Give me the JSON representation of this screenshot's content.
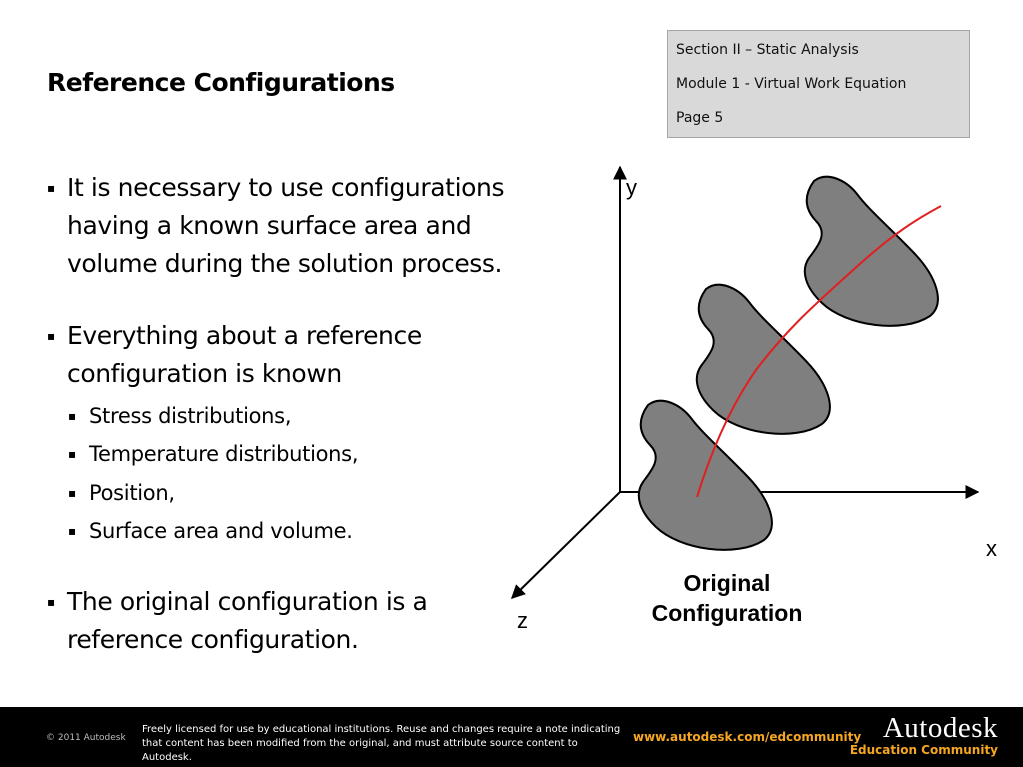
{
  "slide": {
    "title": "Reference Configurations"
  },
  "section_box": {
    "line1": "Section II – Static Analysis",
    "line2": "Module 1 - Virtual Work Equation",
    "line3": "Page 5"
  },
  "bullets": {
    "marker": "▪",
    "b1": [
      "It is necessary to use configurations",
      "having a known surface area and",
      "volume during the solution process."
    ],
    "b2": [
      "Everything about a reference",
      "configuration is known"
    ],
    "sub": [
      "Stress distributions,",
      "Temperature distributions,",
      "Position,",
      "Surface area and volume."
    ],
    "b3": [
      "The original configuration is a",
      "reference configuration."
    ]
  },
  "figure": {
    "axis_y": "y",
    "axis_x": "x",
    "axis_z": "z",
    "caption_line1": "Original",
    "caption_line2": "Configuration",
    "blob_fill": "#7f7f7f",
    "path_color": "#e02020"
  },
  "footer": {
    "copyright": "© 2011 Autodesk",
    "license_line1": "Freely licensed for use by educational institutions. Reuse and changes require a note indicating",
    "license_line2": "that content has been modified from the original, and must attribute source content to Autodesk.",
    "url": "www.autodesk.com/edcommunity",
    "brand_name": "Autodesk",
    "brand_sub": "Education Community",
    "accent": "#f5a623"
  }
}
